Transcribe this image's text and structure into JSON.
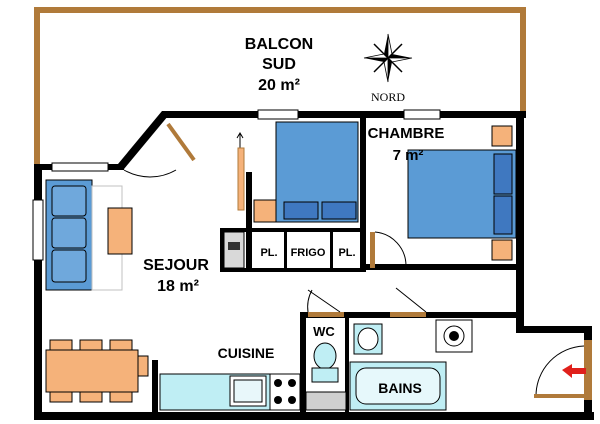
{
  "rooms": {
    "balcon_line1": "BALCON",
    "balcon_line2": "SUD",
    "balcon_area": "20 m²",
    "chambre": "CHAMBRE",
    "chambre_area": "7 m²",
    "sejour": "SEJOUR",
    "sejour_area": "18 m²",
    "cuisine": "CUISINE",
    "wc": "WC",
    "bains": "BAINS"
  },
  "fixtures": {
    "placard": "PL.",
    "frigo": "FRIGO"
  },
  "compass": {
    "label": "NORD"
  },
  "colors": {
    "wall": "#000000",
    "balcony_rail": "#b07a3a",
    "bed_blue": "#5b9bd5",
    "bed_dark": "#3f78c0",
    "furniture_wood": "#f5b27a",
    "sofa_blue": "#5b9bd5",
    "kitchen_cyan": "#bfeef4",
    "entry_arrow": "#e0201b"
  }
}
